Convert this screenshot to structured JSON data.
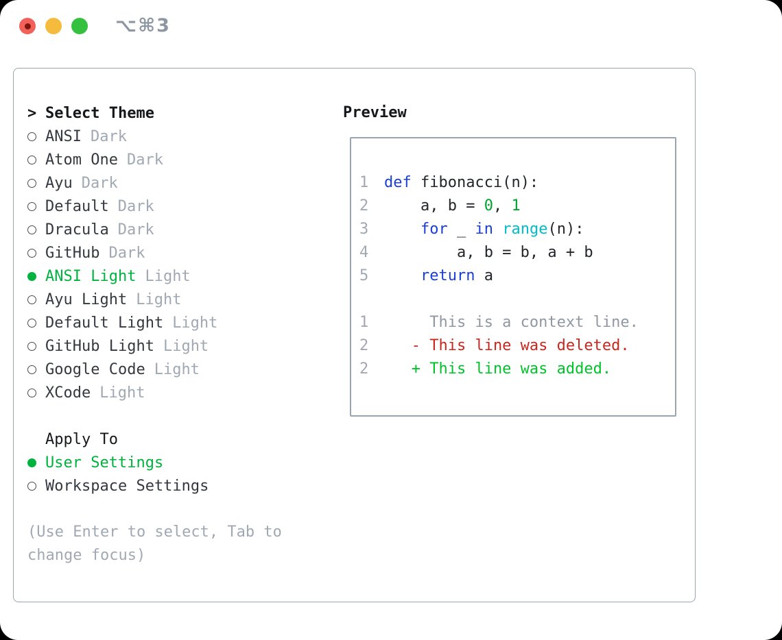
{
  "window": {
    "title": "⌥⌘3"
  },
  "theme_panel": {
    "cursor": ">",
    "header": "Select Theme",
    "items": [
      {
        "name": "ANSI",
        "variant": "Dark",
        "selected": false
      },
      {
        "name": "Atom One",
        "variant": "Dark",
        "selected": false
      },
      {
        "name": "Ayu",
        "variant": "Dark",
        "selected": false
      },
      {
        "name": "Default",
        "variant": "Dark",
        "selected": false
      },
      {
        "name": "Dracula",
        "variant": "Dark",
        "selected": false
      },
      {
        "name": "GitHub",
        "variant": "Dark",
        "selected": false
      },
      {
        "name": "ANSI Light",
        "variant": "Light",
        "selected": true
      },
      {
        "name": "Ayu Light",
        "variant": "Light",
        "selected": false
      },
      {
        "name": "Default Light",
        "variant": "Light",
        "selected": false
      },
      {
        "name": "GitHub Light",
        "variant": "Light",
        "selected": false
      },
      {
        "name": "Google Code",
        "variant": "Light",
        "selected": false
      },
      {
        "name": "XCode",
        "variant": "Light",
        "selected": false
      }
    ],
    "apply_to": {
      "header": "Apply To",
      "options": [
        {
          "label": "User Settings",
          "selected": true
        },
        {
          "label": "Workspace Settings",
          "selected": false
        }
      ]
    },
    "hint": "(Use Enter to select, Tab to change focus)"
  },
  "preview": {
    "header": "Preview",
    "code_lines": [
      {
        "number": "1",
        "tokens": [
          {
            "t": "def",
            "c": "keyword"
          },
          {
            "t": " fibonacci(n):",
            "c": "plain"
          }
        ]
      },
      {
        "number": "2",
        "tokens": [
          {
            "t": "    a, b = ",
            "c": "plain"
          },
          {
            "t": "0",
            "c": "number"
          },
          {
            "t": ", ",
            "c": "plain"
          },
          {
            "t": "1",
            "c": "number"
          }
        ]
      },
      {
        "number": "3",
        "tokens": [
          {
            "t": "    ",
            "c": "plain"
          },
          {
            "t": "for",
            "c": "keyword"
          },
          {
            "t": " _ ",
            "c": "plain"
          },
          {
            "t": "in",
            "c": "keyword"
          },
          {
            "t": " ",
            "c": "plain"
          },
          {
            "t": "range",
            "c": "builtin"
          },
          {
            "t": "(n):",
            "c": "plain"
          }
        ]
      },
      {
        "number": "4",
        "tokens": [
          {
            "t": "        a, b = b, a + b",
            "c": "plain"
          }
        ]
      },
      {
        "number": "5",
        "tokens": [
          {
            "t": "    ",
            "c": "plain"
          },
          {
            "t": "return",
            "c": "keyword"
          },
          {
            "t": " a",
            "c": "plain"
          }
        ]
      }
    ],
    "diff_lines": [
      {
        "number": "1",
        "tokens": [
          {
            "t": "     This is a context line.",
            "c": "context"
          }
        ]
      },
      {
        "number": "2",
        "tokens": [
          {
            "t": "   - This line was deleted.",
            "c": "deleted"
          }
        ]
      },
      {
        "number": "2",
        "tokens": [
          {
            "t": "   + This line was added.",
            "c": "added"
          }
        ]
      }
    ]
  },
  "colors": {
    "accent-green": "#00b23e",
    "added-green": "#00c32a",
    "number-green": "#00a42e",
    "keyword-blue": "#1b3ed8",
    "builtin-cyan": "#00bcc9",
    "deleted-red": "#c9271d",
    "muted": "#a0a9b3",
    "context-gray": "#8f98a2",
    "text-dark": "#34393f",
    "heading": "#15181b",
    "border": "#9aa4ae",
    "code-text": "#22262b",
    "traffic-red": "#f2605a",
    "traffic-red-dot": "#7c150d",
    "traffic-yellow": "#f5bb3c",
    "traffic-green": "#35c13f",
    "title-gray": "#8d97a1"
  }
}
